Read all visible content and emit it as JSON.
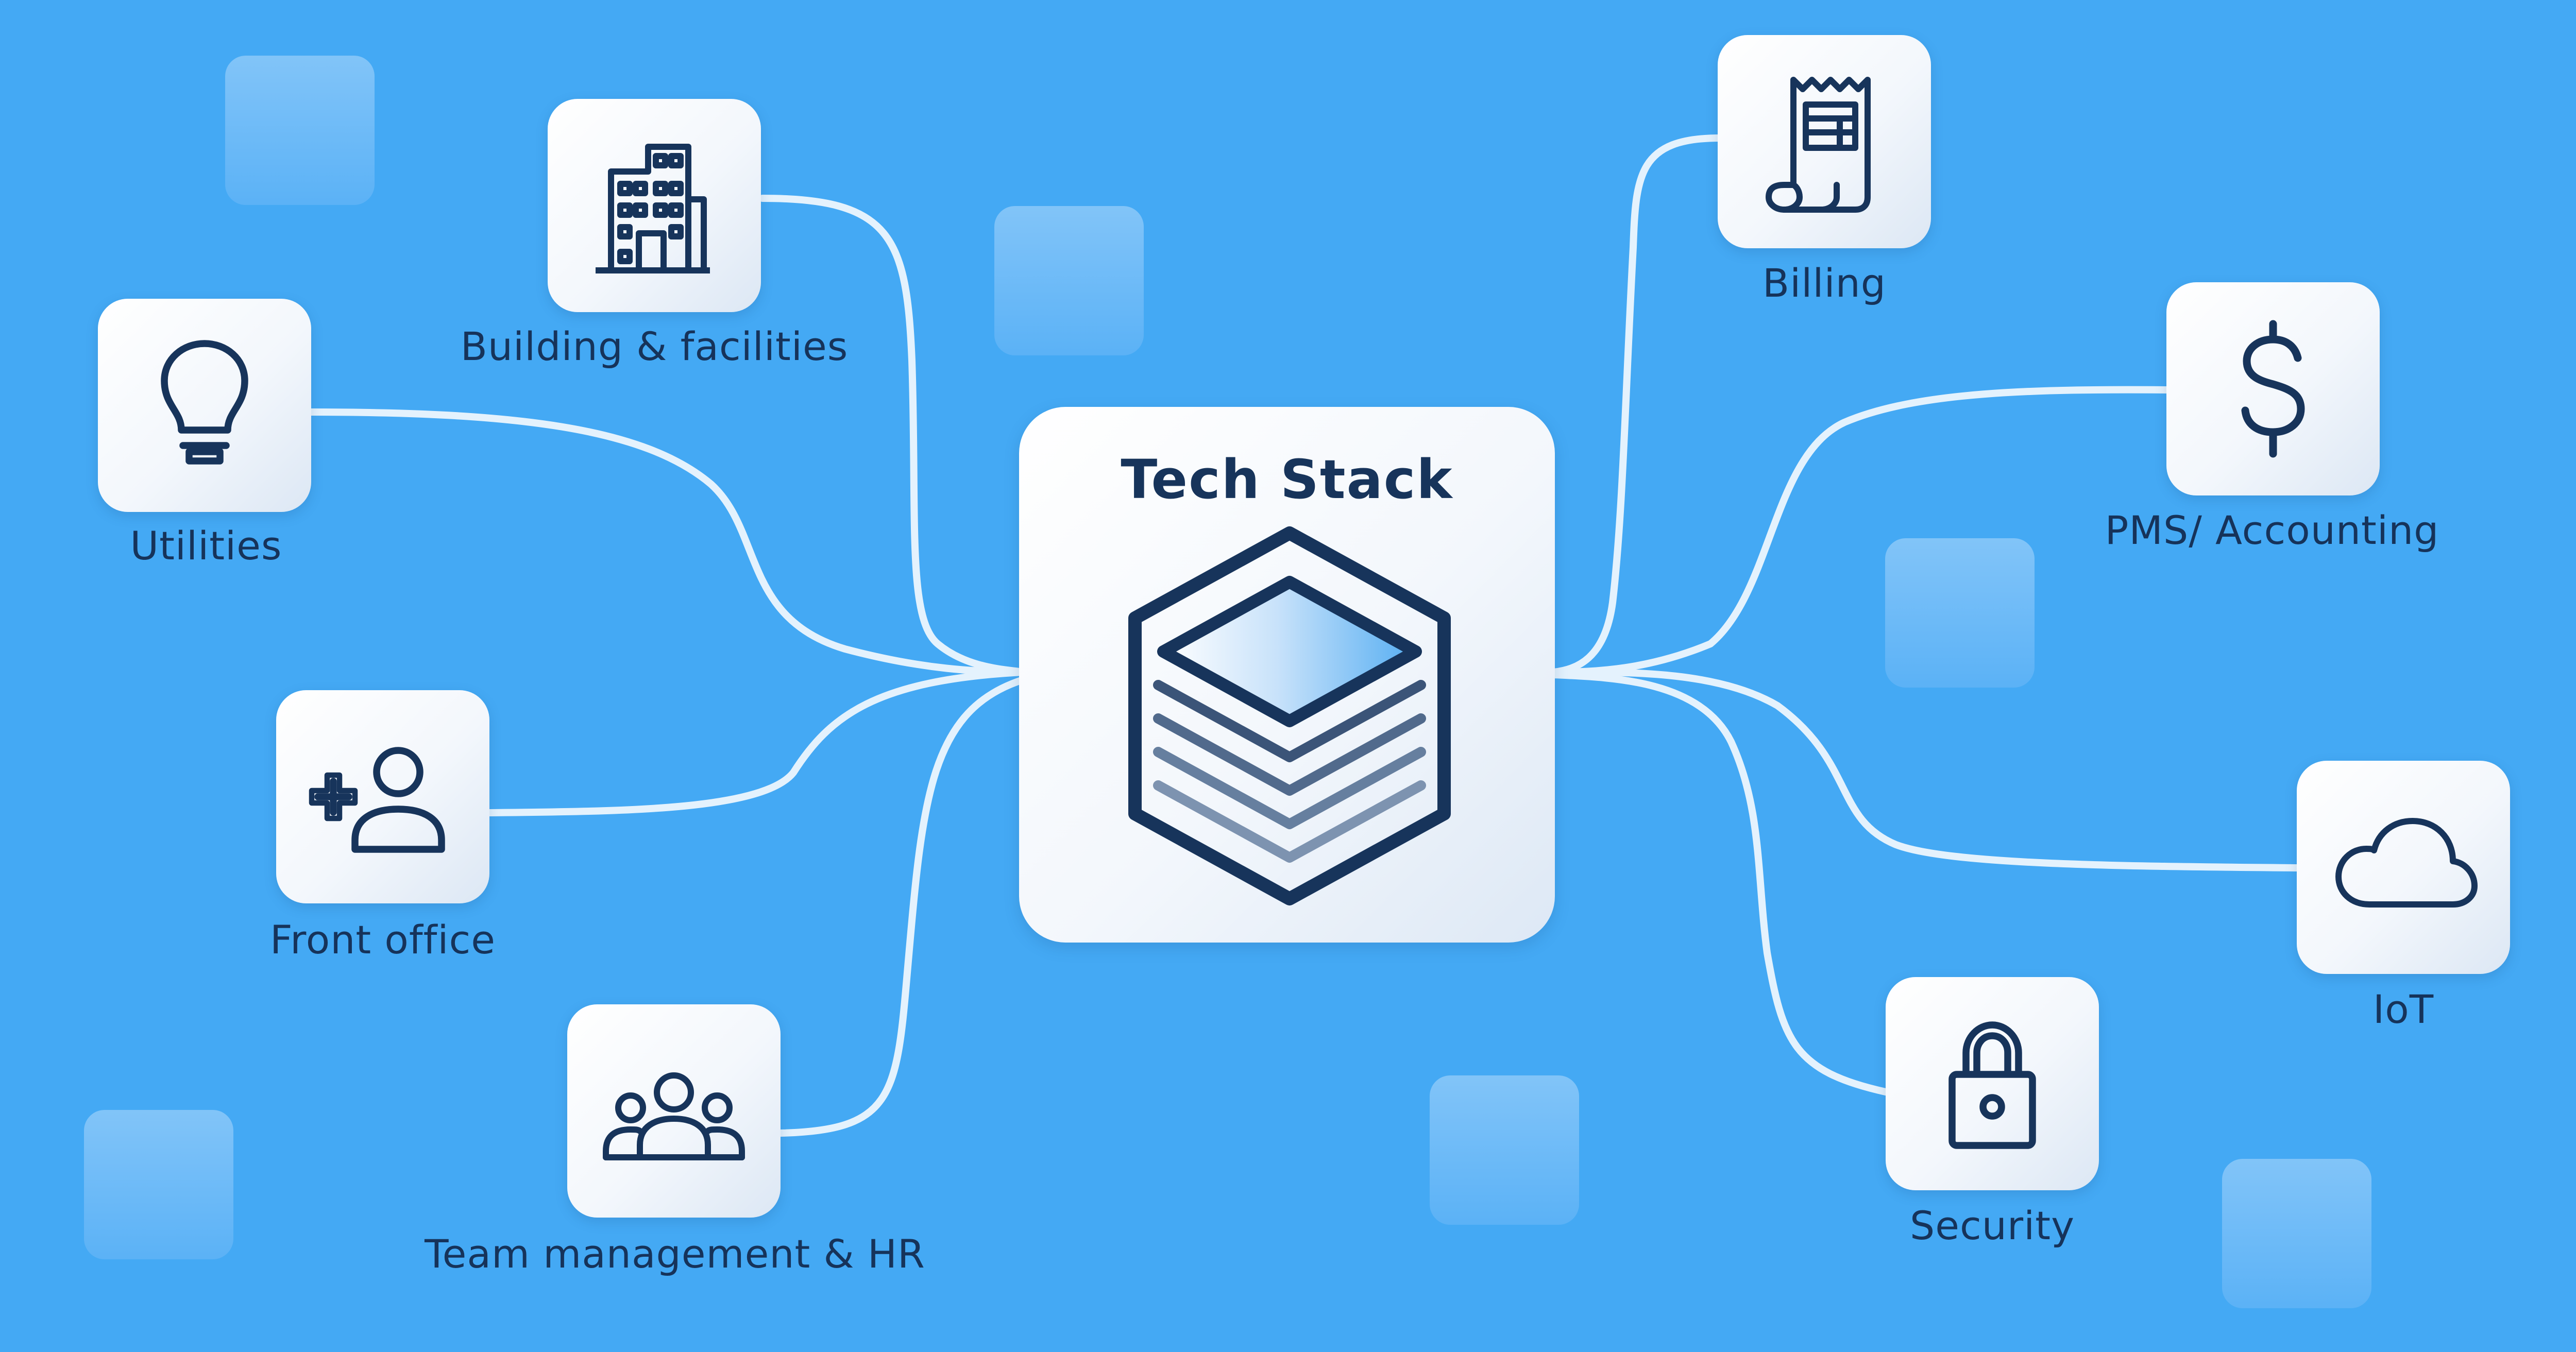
{
  "center": {
    "title": "Tech Stack",
    "icon": "layers-stack-icon"
  },
  "nodes": [
    {
      "id": "building",
      "label": "Building & facilities",
      "icon": "building-icon"
    },
    {
      "id": "utilities",
      "label": "Utilities",
      "icon": "lightbulb-icon"
    },
    {
      "id": "front-office",
      "label": "Front office",
      "icon": "add-user-icon"
    },
    {
      "id": "team",
      "label": "Team management & HR",
      "icon": "team-icon"
    },
    {
      "id": "billing",
      "label": "Billing",
      "icon": "receipt-icon"
    },
    {
      "id": "pms",
      "label": "PMS/ Accounting",
      "icon": "dollar-icon"
    },
    {
      "id": "iot",
      "label": "IoT",
      "icon": "cloud-icon"
    },
    {
      "id": "security",
      "label": "Security",
      "icon": "lock-icon"
    }
  ],
  "colors": {
    "background": "#44a9f4",
    "connector": "#e6f3fd",
    "icon_stroke": "#17345b",
    "card": "#ffffff"
  }
}
